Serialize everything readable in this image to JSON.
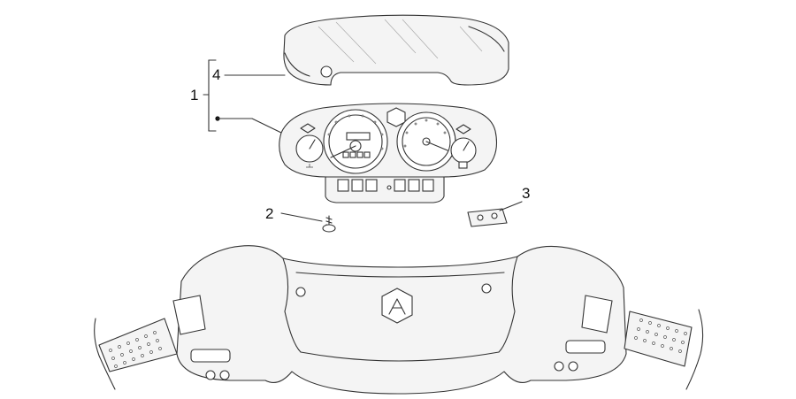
{
  "callouts": {
    "c1": "1",
    "c2": "2",
    "c3": "3",
    "c4": "4"
  },
  "colors": {
    "line": "#333333",
    "fill": "#f4f4f4",
    "background": "#ffffff"
  }
}
